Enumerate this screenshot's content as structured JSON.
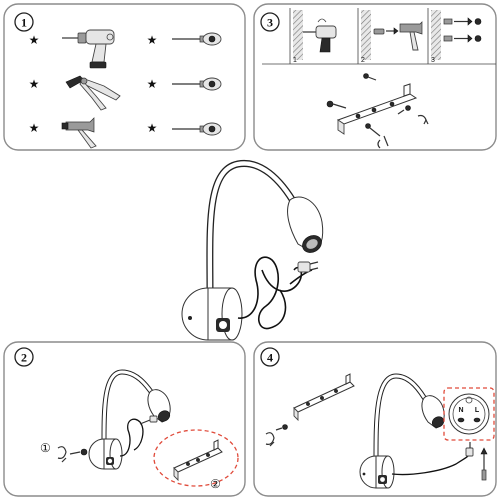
{
  "panels": {
    "tools": {
      "number": "1"
    },
    "mount_steps": {
      "number": "3",
      "steps": [
        "1",
        "2",
        "3"
      ]
    },
    "install_bracket": {
      "number": "2",
      "callout_screws": "①",
      "callout_bracket": "②"
    },
    "final_assembly": {
      "number": "4",
      "socket_labels": [
        "N",
        "L"
      ]
    }
  },
  "tools": [
    {
      "marker": "★",
      "icon": "drill-icon"
    },
    {
      "marker": "★",
      "icon": "screwdriver-icon"
    },
    {
      "marker": "★",
      "icon": "wire-stripper-icon"
    },
    {
      "marker": "★",
      "icon": "screwdriver-icon"
    },
    {
      "marker": "★",
      "icon": "hammer-icon"
    },
    {
      "marker": "★",
      "icon": "screwdriver-icon"
    }
  ],
  "colors": {
    "panel_border": "#8c8c8c",
    "callout_dash": "#e04a3a",
    "lamp_body": "#ffffff"
  }
}
